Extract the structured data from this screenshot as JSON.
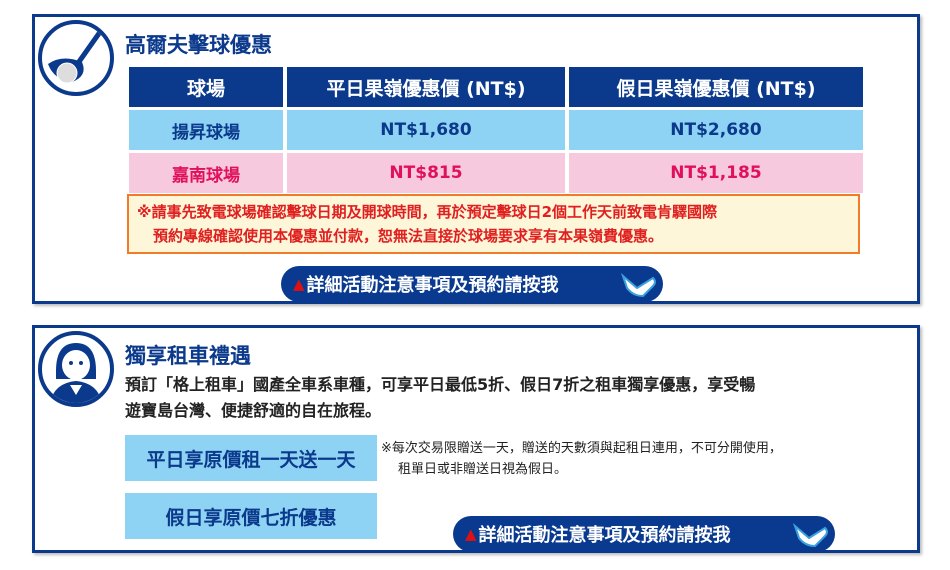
{
  "golf": {
    "title": "高爾夫擊球優惠",
    "headers": [
      "球場",
      "平日果嶺優惠價 (NT$)",
      "假日果嶺優惠價 (NT$)"
    ],
    "rows": [
      {
        "course": "揚昇球場",
        "weekday": "NT$1,680",
        "holiday": "NT$2,680"
      },
      {
        "course": "嘉南球場",
        "weekday": "NT$815",
        "holiday": "NT$1,185"
      }
    ],
    "note_line1": "※請事先致電球場確認擊球日期及開球時間，再於預定擊球日2個工作天前致電肯驛國際",
    "note_line2": "預約專線確認使用本優惠並付款，恕無法直接於球場要求享有本果嶺費優惠。",
    "button": "詳細活動注意事項及預約請按我"
  },
  "car": {
    "title": "獨享租車禮遇",
    "desc_line1": "預訂「格上租車」國產全車系車種，可享平日最低5折、假日7折之租車獨享優惠，享受暢",
    "desc_line2": "遊寶島台灣、便捷舒適的自在旅程。",
    "box1": "平日享原價租一天送一天",
    "box2": "假日享原價七折優惠",
    "note_line1": "※每次交易限贈送一天，贈送的天數須與起租日連用，不可分開使用，",
    "note_line2": "租單日或非贈送日視為假日。",
    "button": "詳細活動注意事項及預約請按我"
  },
  "colors": {
    "navy": "#0b3a8c",
    "light_blue": "#8fd3f4",
    "pink": "#f7c9de",
    "red": "#e02020"
  }
}
